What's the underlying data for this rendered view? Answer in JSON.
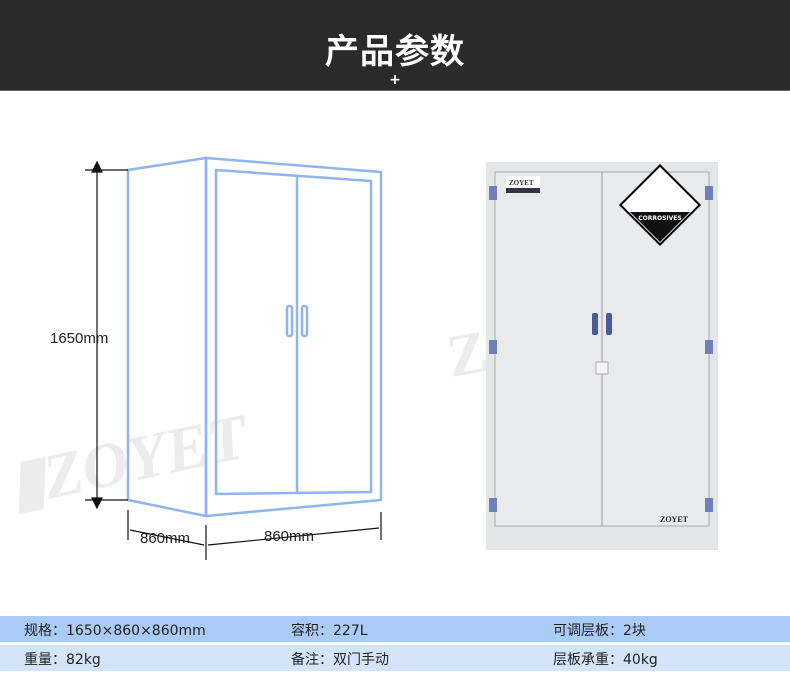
{
  "header": {
    "title": "产品参数",
    "plus": "+"
  },
  "dimensions": {
    "height": "1650mm",
    "depth": "860mm",
    "width": "860mm"
  },
  "cabinet": {
    "brand": "ZOYET",
    "hazard_label": "CORROSIVES"
  },
  "watermark": "ZOYET",
  "specs": [
    [
      "规格：1650×860×860mm",
      "容积：227L",
      "可调层板：2块"
    ],
    [
      "重量：82kg",
      "备注：双门手动",
      "层板承重：40kg"
    ]
  ],
  "colors": {
    "header": "#2a2a2a",
    "row1": "#a9cbf5",
    "row2": "#d4e5fa",
    "outline": "#8fb4ef",
    "handle": "#4a5a9a"
  }
}
